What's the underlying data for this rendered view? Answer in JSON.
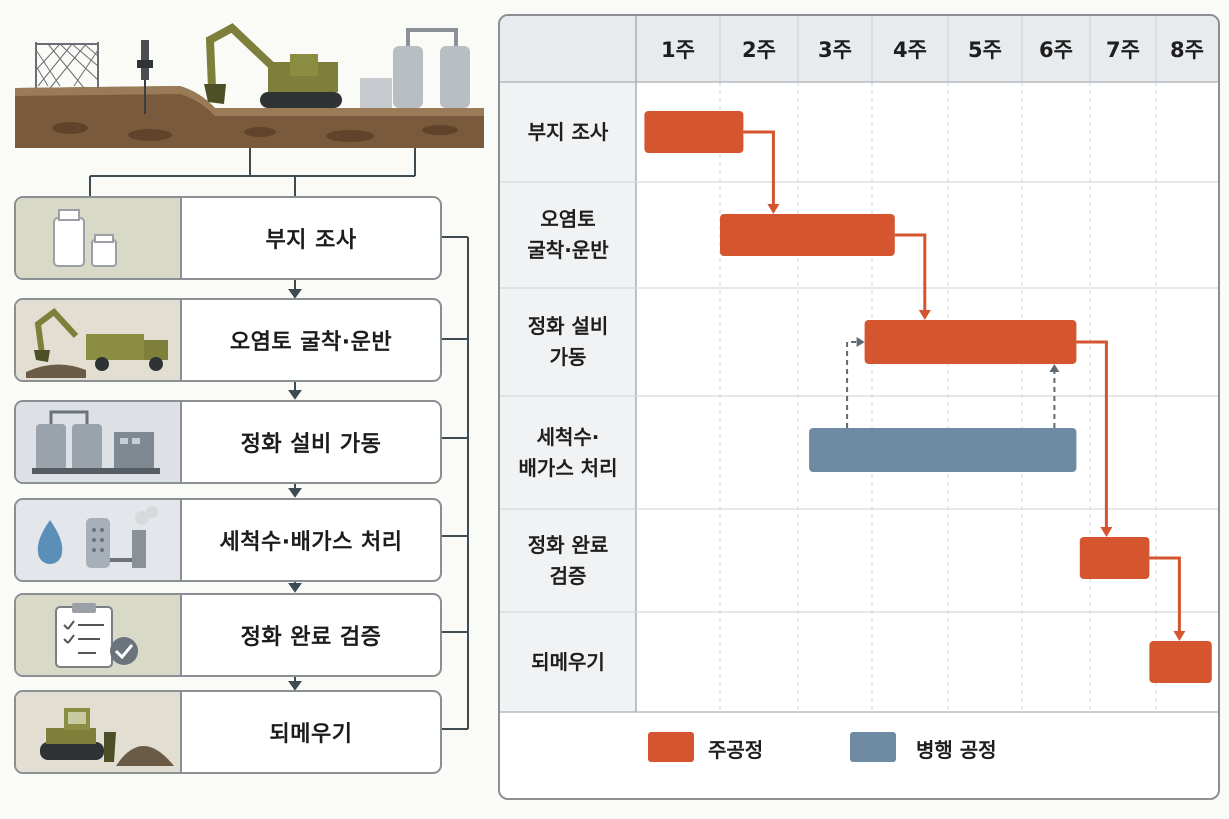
{
  "process_steps": [
    {
      "label": "부지 조사",
      "icon": "bottles-icon"
    },
    {
      "label": "오염토 굴착·운반",
      "icon": "excavator-truck-icon"
    },
    {
      "label": "정화 설비 가동",
      "icon": "treatment-tanks-icon"
    },
    {
      "label": "세척수·배가스 처리",
      "icon": "water-filter-stack-icon"
    },
    {
      "label": "정화 완료 검증",
      "icon": "checklist-clipboard-icon"
    },
    {
      "label": "되메우기",
      "icon": "bulldozer-icon"
    }
  ],
  "gantt": {
    "weeks": [
      "1주",
      "2주",
      "3주",
      "4주",
      "5주",
      "6주",
      "7주",
      "8주"
    ],
    "tasks": [
      {
        "label": "부지 조사"
      },
      {
        "label": "오염토\n굴착·운반"
      },
      {
        "label": "정화 설비\n가동"
      },
      {
        "label": "세척수·\n배가스 처리"
      },
      {
        "label": "정화 완료\n검증"
      },
      {
        "label": "되메우기"
      }
    ],
    "legend": [
      {
        "label": "주공정",
        "color": "#d4552e"
      },
      {
        "label": "병행 공정",
        "color": "#6f8aa3"
      }
    ]
  },
  "chart_data": {
    "type": "gantt",
    "categories": [
      "부지 조사",
      "오염토 굴착·운반",
      "정화 설비 가동",
      "세척수·배가스 처리",
      "정화 완료 검증",
      "되메우기"
    ],
    "weeks": [
      "1주",
      "2주",
      "3주",
      "4주",
      "5주",
      "6주",
      "7주",
      "8주"
    ],
    "bars": [
      {
        "task": "부지 조사",
        "start_week": 1.1,
        "end_week": 2.3,
        "kind": "주공정"
      },
      {
        "task": "오염토 굴착·운반",
        "start_week": 2.0,
        "end_week": 4.3,
        "kind": "주공정"
      },
      {
        "task": "정화 설비 가동",
        "start_week": 3.9,
        "end_week": 6.8,
        "kind": "주공정"
      },
      {
        "task": "세척수·배가스 처리",
        "start_week": 3.15,
        "end_week": 6.8,
        "kind": "병행 공정"
      },
      {
        "task": "정화 완료 검증",
        "start_week": 6.85,
        "end_week": 7.9,
        "kind": "주공정"
      },
      {
        "task": "되메우기",
        "start_week": 7.9,
        "end_week": 8.9,
        "kind": "주공정"
      }
    ],
    "colors": {
      "main": "#d4552e",
      "parallel": "#6f8aa3"
    }
  }
}
